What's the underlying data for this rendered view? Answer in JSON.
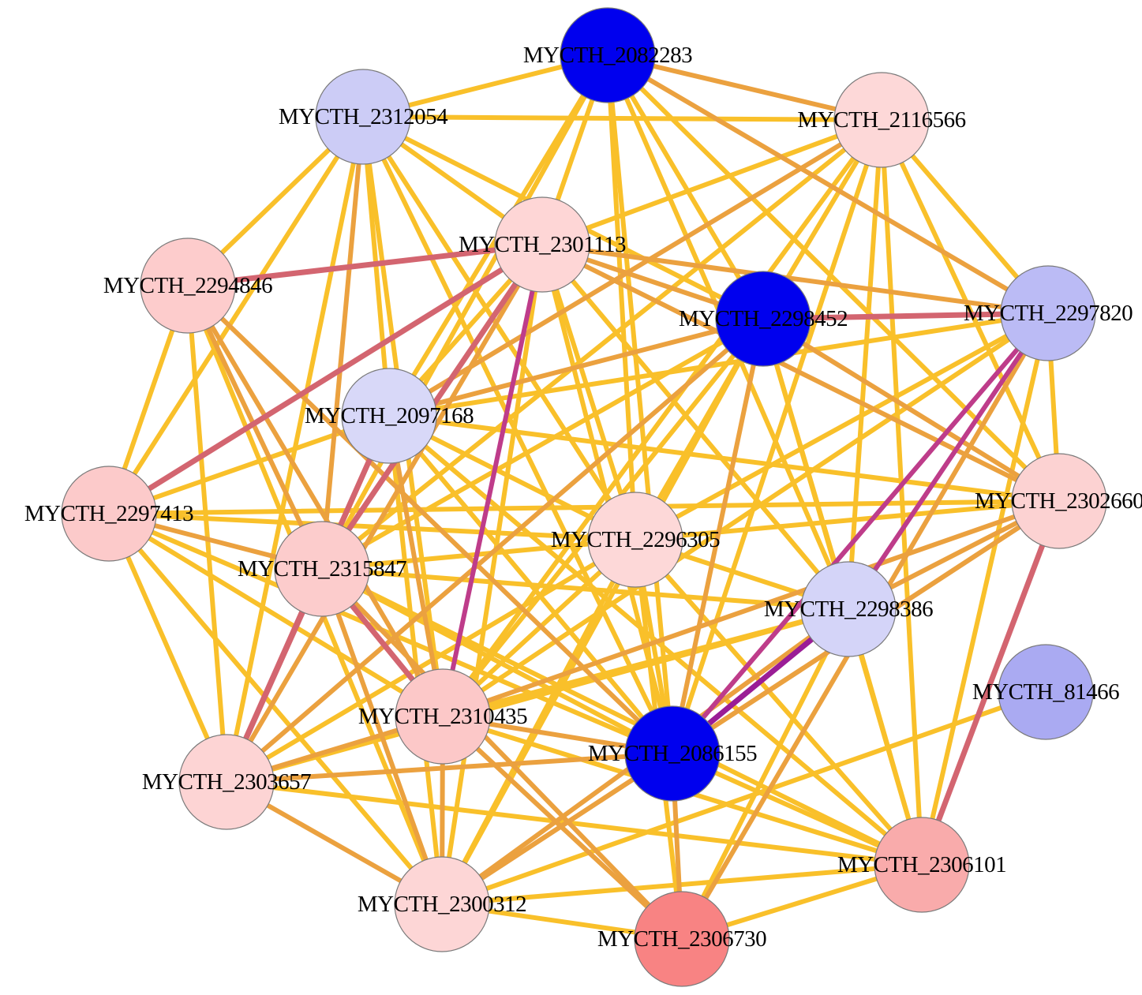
{
  "colors": {
    "edge_weak": "#f9c02a",
    "edge_mid": "#eba13f",
    "edge_strong": "#d36570",
    "edge_strongest": "#be3c8a",
    "edge_max": "#9a1d96"
  },
  "nodes": [
    {
      "id": "MYCTH_2082283",
      "label": "MYCTH_2082283",
      "color": "#0000ee"
    },
    {
      "id": "MYCTH_2312054",
      "label": "MYCTH_2312054",
      "color": "#ccccf6"
    },
    {
      "id": "MYCTH_2116566",
      "label": "MYCTH_2116566",
      "color": "#fdd8d8"
    },
    {
      "id": "MYCTH_2301113",
      "label": "MYCTH_2301113",
      "color": "#fed6d6"
    },
    {
      "id": "MYCTH_2294846",
      "label": "MYCTH_2294846",
      "color": "#fdcccc"
    },
    {
      "id": "MYCTH_2298452",
      "label": "MYCTH_2298452",
      "color": "#0000ee"
    },
    {
      "id": "MYCTH_2297820",
      "label": "MYCTH_2297820",
      "color": "#bbbbf5"
    },
    {
      "id": "MYCTH_2097168",
      "label": "MYCTH_2097168",
      "color": "#d8d8f8"
    },
    {
      "id": "MYCTH_2297413",
      "label": "MYCTH_2297413",
      "color": "#fccaca"
    },
    {
      "id": "MYCTH_2302660",
      "label": "MYCTH_2302660",
      "color": "#fcd2d2"
    },
    {
      "id": "MYCTH_2296305",
      "label": "MYCTH_2296305",
      "color": "#fdd8d8"
    },
    {
      "id": "MYCTH_2315847",
      "label": "MYCTH_2315847",
      "color": "#fccccc"
    },
    {
      "id": "MYCTH_2298386",
      "label": "MYCTH_2298386",
      "color": "#d4d4f8"
    },
    {
      "id": "MYCTH_81466",
      "label": "MYCTH_81466",
      "color": "#aaaaf2"
    },
    {
      "id": "MYCTH_2310435",
      "label": "MYCTH_2310435",
      "color": "#fcc8c8"
    },
    {
      "id": "MYCTH_2086155",
      "label": "MYCTH_2086155",
      "color": "#0000ee"
    },
    {
      "id": "MYCTH_2303657",
      "label": "MYCTH_2303657",
      "color": "#fdd4d4"
    },
    {
      "id": "MYCTH_2306101",
      "label": "MYCTH_2306101",
      "color": "#f9abab"
    },
    {
      "id": "MYCTH_2300312",
      "label": "MYCTH_2300312",
      "color": "#fdd6d6"
    },
    {
      "id": "MYCTH_2306730",
      "label": "MYCTH_2306730",
      "color": "#f88383"
    }
  ],
  "edges": [
    {
      "source": "MYCTH_2082283",
      "target": "MYCTH_2312054",
      "strength": "weak"
    },
    {
      "source": "MYCTH_2082283",
      "target": "MYCTH_2116566",
      "strength": "mid"
    },
    {
      "source": "MYCTH_2082283",
      "target": "MYCTH_2301113",
      "strength": "weak"
    },
    {
      "source": "MYCTH_2082283",
      "target": "MYCTH_2298452",
      "strength": "weak"
    },
    {
      "source": "MYCTH_2082283",
      "target": "MYCTH_2297820",
      "strength": "mid"
    },
    {
      "source": "MYCTH_2082283",
      "target": "MYCTH_2097168",
      "strength": "weak"
    },
    {
      "source": "MYCTH_2082283",
      "target": "MYCTH_2302660",
      "strength": "weak"
    },
    {
      "source": "MYCTH_2082283",
      "target": "MYCTH_2296305",
      "strength": "weak"
    },
    {
      "source": "MYCTH_2082283",
      "target": "MYCTH_2315847",
      "strength": "weak"
    },
    {
      "source": "MYCTH_2082283",
      "target": "MYCTH_2298386",
      "strength": "weak"
    },
    {
      "source": "MYCTH_2082283",
      "target": "MYCTH_2086155",
      "strength": "weak"
    },
    {
      "source": "MYCTH_2312054",
      "target": "MYCTH_2116566",
      "strength": "weak"
    },
    {
      "source": "MYCTH_2312054",
      "target": "MYCTH_2294846",
      "strength": "weak"
    },
    {
      "source": "MYCTH_2312054",
      "target": "MYCTH_2301113",
      "strength": "weak"
    },
    {
      "source": "MYCTH_2312054",
      "target": "MYCTH_2298452",
      "strength": "weak"
    },
    {
      "source": "MYCTH_2312054",
      "target": "MYCTH_2097168",
      "strength": "weak"
    },
    {
      "source": "MYCTH_2312054",
      "target": "MYCTH_2297413",
      "strength": "weak"
    },
    {
      "source": "MYCTH_2312054",
      "target": "MYCTH_2315847",
      "strength": "mid"
    },
    {
      "source": "MYCTH_2312054",
      "target": "MYCTH_2310435",
      "strength": "weak"
    },
    {
      "source": "MYCTH_2312054",
      "target": "MYCTH_2296305",
      "strength": "weak"
    },
    {
      "source": "MYCTH_2312054",
      "target": "MYCTH_2303657",
      "strength": "weak"
    },
    {
      "source": "MYCTH_2312054",
      "target": "MYCTH_2086155",
      "strength": "weak"
    },
    {
      "source": "MYCTH_2116566",
      "target": "MYCTH_2301113",
      "strength": "weak"
    },
    {
      "source": "MYCTH_2116566",
      "target": "MYCTH_2298452",
      "strength": "weak"
    },
    {
      "source": "MYCTH_2116566",
      "target": "MYCTH_2297820",
      "strength": "weak"
    },
    {
      "source": "MYCTH_2116566",
      "target": "MYCTH_2097168",
      "strength": "mid"
    },
    {
      "source": "MYCTH_2116566",
      "target": "MYCTH_2302660",
      "strength": "weak"
    },
    {
      "source": "MYCTH_2116566",
      "target": "MYCTH_2315847",
      "strength": "weak"
    },
    {
      "source": "MYCTH_2116566",
      "target": "MYCTH_2298386",
      "strength": "weak"
    },
    {
      "source": "MYCTH_2116566",
      "target": "MYCTH_2310435",
      "strength": "weak"
    },
    {
      "source": "MYCTH_2116566",
      "target": "MYCTH_2086155",
      "strength": "weak"
    },
    {
      "source": "MYCTH_2116566",
      "target": "MYCTH_2306101",
      "strength": "weak"
    },
    {
      "source": "MYCTH_2301113",
      "target": "MYCTH_2294846",
      "strength": "strong"
    },
    {
      "source": "MYCTH_2301113",
      "target": "MYCTH_2298452",
      "strength": "mid"
    },
    {
      "source": "MYCTH_2301113",
      "target": "MYCTH_2297820",
      "strength": "mid"
    },
    {
      "source": "MYCTH_2301113",
      "target": "MYCTH_2097168",
      "strength": "weak"
    },
    {
      "source": "MYCTH_2301113",
      "target": "MYCTH_2297413",
      "strength": "strong"
    },
    {
      "source": "MYCTH_2301113",
      "target": "MYCTH_2315847",
      "strength": "strong"
    },
    {
      "source": "MYCTH_2301113",
      "target": "MYCTH_2310435",
      "strength": "strongest"
    },
    {
      "source": "MYCTH_2301113",
      "target": "MYCTH_2296305",
      "strength": "weak"
    },
    {
      "source": "MYCTH_2301113",
      "target": "MYCTH_2298386",
      "strength": "weak"
    },
    {
      "source": "MYCTH_2301113",
      "target": "MYCTH_2086155",
      "strength": "weak"
    },
    {
      "source": "MYCTH_2301113",
      "target": "MYCTH_2303657",
      "strength": "mid"
    },
    {
      "source": "MYCTH_2301113",
      "target": "MYCTH_2300312",
      "strength": "weak"
    },
    {
      "source": "MYCTH_2301113",
      "target": "MYCTH_2302660",
      "strength": "mid"
    },
    {
      "source": "MYCTH_2294846",
      "target": "MYCTH_2297413",
      "strength": "weak"
    },
    {
      "source": "MYCTH_2294846",
      "target": "MYCTH_2315847",
      "strength": "mid"
    },
    {
      "source": "MYCTH_2294846",
      "target": "MYCTH_2310435",
      "strength": "mid"
    },
    {
      "source": "MYCTH_2294846",
      "target": "MYCTH_2303657",
      "strength": "weak"
    },
    {
      "source": "MYCTH_2294846",
      "target": "MYCTH_2086155",
      "strength": "mid"
    },
    {
      "source": "MYCTH_2294846",
      "target": "MYCTH_2300312",
      "strength": "weak"
    },
    {
      "source": "MYCTH_2298452",
      "target": "MYCTH_2297820",
      "strength": "strong"
    },
    {
      "source": "MYCTH_2298452",
      "target": "MYCTH_2097168",
      "strength": "mid"
    },
    {
      "source": "MYCTH_2298452",
      "target": "MYCTH_2302660",
      "strength": "mid"
    },
    {
      "source": "MYCTH_2298452",
      "target": "MYCTH_2296305",
      "strength": "weak"
    },
    {
      "source": "MYCTH_2298452",
      "target": "MYCTH_2315847",
      "strength": "weak"
    },
    {
      "source": "MYCTH_2298452",
      "target": "MYCTH_2298386",
      "strength": "weak"
    },
    {
      "source": "MYCTH_2298452",
      "target": "MYCTH_2310435",
      "strength": "weak"
    },
    {
      "source": "MYCTH_2298452",
      "target": "MYCTH_2086155",
      "strength": "mid"
    },
    {
      "source": "MYCTH_2298452",
      "target": "MYCTH_2300312",
      "strength": "weak"
    },
    {
      "source": "MYCTH_2298452",
      "target": "MYCTH_2303657",
      "strength": "mid"
    },
    {
      "source": "MYCTH_2298452",
      "target": "MYCTH_2306101",
      "strength": "weak"
    },
    {
      "source": "MYCTH_2297820",
      "target": "MYCTH_2097168",
      "strength": "weak"
    },
    {
      "source": "MYCTH_2297820",
      "target": "MYCTH_2302660",
      "strength": "weak"
    },
    {
      "source": "MYCTH_2297820",
      "target": "MYCTH_2296305",
      "strength": "weak"
    },
    {
      "source": "MYCTH_2297820",
      "target": "MYCTH_2298386",
      "strength": "strongest"
    },
    {
      "source": "MYCTH_2297820",
      "target": "MYCTH_2086155",
      "strength": "strongest"
    },
    {
      "source": "MYCTH_2297820",
      "target": "MYCTH_2310435",
      "strength": "weak"
    },
    {
      "source": "MYCTH_2297820",
      "target": "MYCTH_2306730",
      "strength": "mid"
    },
    {
      "source": "MYCTH_2297820",
      "target": "MYCTH_2306101",
      "strength": "weak"
    },
    {
      "source": "MYCTH_2097168",
      "target": "MYCTH_2297413",
      "strength": "weak"
    },
    {
      "source": "MYCTH_2097168",
      "target": "MYCTH_2315847",
      "strength": "weak"
    },
    {
      "source": "MYCTH_2097168",
      "target": "MYCTH_2310435",
      "strength": "mid"
    },
    {
      "source": "MYCTH_2097168",
      "target": "MYCTH_2296305",
      "strength": "weak"
    },
    {
      "source": "MYCTH_2097168",
      "target": "MYCTH_2303657",
      "strength": "strong"
    },
    {
      "source": "MYCTH_2097168",
      "target": "MYCTH_2300312",
      "strength": "weak"
    },
    {
      "source": "MYCTH_2097168",
      "target": "MYCTH_2086155",
      "strength": "weak"
    },
    {
      "source": "MYCTH_2097168",
      "target": "MYCTH_2306101",
      "strength": "weak"
    },
    {
      "source": "MYCTH_2097168",
      "target": "MYCTH_2302660",
      "strength": "weak"
    },
    {
      "source": "MYCTH_2297413",
      "target": "MYCTH_2315847",
      "strength": "mid"
    },
    {
      "source": "MYCTH_2297413",
      "target": "MYCTH_2296305",
      "strength": "weak"
    },
    {
      "source": "MYCTH_2297413",
      "target": "MYCTH_2310435",
      "strength": "weak"
    },
    {
      "source": "MYCTH_2297413",
      "target": "MYCTH_2303657",
      "strength": "weak"
    },
    {
      "source": "MYCTH_2297413",
      "target": "MYCTH_2300312",
      "strength": "weak"
    },
    {
      "source": "MYCTH_2297413",
      "target": "MYCTH_2086155",
      "strength": "weak"
    },
    {
      "source": "MYCTH_2297413",
      "target": "MYCTH_2302660",
      "strength": "weak"
    },
    {
      "source": "MYCTH_2302660",
      "target": "MYCTH_2296305",
      "strength": "weak"
    },
    {
      "source": "MYCTH_2302660",
      "target": "MYCTH_2298386",
      "strength": "mid"
    },
    {
      "source": "MYCTH_2302660",
      "target": "MYCTH_2310435",
      "strength": "mid"
    },
    {
      "source": "MYCTH_2302660",
      "target": "MYCTH_2086155",
      "strength": "mid"
    },
    {
      "source": "MYCTH_2302660",
      "target": "MYCTH_2306101",
      "strength": "strong"
    },
    {
      "source": "MYCTH_2302660",
      "target": "MYCTH_2300312",
      "strength": "mid"
    },
    {
      "source": "MYCTH_2296305",
      "target": "MYCTH_2315847",
      "strength": "weak"
    },
    {
      "source": "MYCTH_2296305",
      "target": "MYCTH_2298386",
      "strength": "weak"
    },
    {
      "source": "MYCTH_2296305",
      "target": "MYCTH_2310435",
      "strength": "weak"
    },
    {
      "source": "MYCTH_2296305",
      "target": "MYCTH_2086155",
      "strength": "weak"
    },
    {
      "source": "MYCTH_2296305",
      "target": "MYCTH_2303657",
      "strength": "weak"
    },
    {
      "source": "MYCTH_2296305",
      "target": "MYCTH_2300312",
      "strength": "weak"
    },
    {
      "source": "MYCTH_2296305",
      "target": "MYCTH_2306101",
      "strength": "weak"
    },
    {
      "source": "MYCTH_2296305",
      "target": "MYCTH_2306730",
      "strength": "weak"
    },
    {
      "source": "MYCTH_2315847",
      "target": "MYCTH_2310435",
      "strength": "strong"
    },
    {
      "source": "MYCTH_2315847",
      "target": "MYCTH_2303657",
      "strength": "strong"
    },
    {
      "source": "MYCTH_2315847",
      "target": "MYCTH_2300312",
      "strength": "mid"
    },
    {
      "source": "MYCTH_2315847",
      "target": "MYCTH_2086155",
      "strength": "weak"
    },
    {
      "source": "MYCTH_2315847",
      "target": "MYCTH_2298386",
      "strength": "weak"
    },
    {
      "source": "MYCTH_2315847",
      "target": "MYCTH_2306101",
      "strength": "weak"
    },
    {
      "source": "MYCTH_2315847",
      "target": "MYCTH_2306730",
      "strength": "mid"
    },
    {
      "source": "MYCTH_2298386",
      "target": "MYCTH_2086155",
      "strength": "max"
    },
    {
      "source": "MYCTH_2298386",
      "target": "MYCTH_2310435",
      "strength": "weak"
    },
    {
      "source": "MYCTH_2298386",
      "target": "MYCTH_2300312",
      "strength": "mid"
    },
    {
      "source": "MYCTH_2298386",
      "target": "MYCTH_2306101",
      "strength": "weak"
    },
    {
      "source": "MYCTH_2298386",
      "target": "MYCTH_2306730",
      "strength": "weak"
    },
    {
      "source": "MYCTH_2298386",
      "target": "MYCTH_2303657",
      "strength": "weak"
    },
    {
      "source": "MYCTH_81466",
      "target": "MYCTH_2300312",
      "strength": "weak"
    },
    {
      "source": "MYCTH_2310435",
      "target": "MYCTH_2086155",
      "strength": "mid"
    },
    {
      "source": "MYCTH_2310435",
      "target": "MYCTH_2303657",
      "strength": "mid"
    },
    {
      "source": "MYCTH_2310435",
      "target": "MYCTH_2300312",
      "strength": "mid"
    },
    {
      "source": "MYCTH_2310435",
      "target": "MYCTH_2306101",
      "strength": "weak"
    },
    {
      "source": "MYCTH_2310435",
      "target": "MYCTH_2306730",
      "strength": "mid"
    },
    {
      "source": "MYCTH_2086155",
      "target": "MYCTH_2303657",
      "strength": "mid"
    },
    {
      "source": "MYCTH_2086155",
      "target": "MYCTH_2300312",
      "strength": "mid"
    },
    {
      "source": "MYCTH_2086155",
      "target": "MYCTH_2306101",
      "strength": "weak"
    },
    {
      "source": "MYCTH_2086155",
      "target": "MYCTH_2306730",
      "strength": "mid"
    },
    {
      "source": "MYCTH_2303657",
      "target": "MYCTH_2300312",
      "strength": "mid"
    },
    {
      "source": "MYCTH_2303657",
      "target": "MYCTH_2306101",
      "strength": "weak"
    },
    {
      "source": "MYCTH_2306101",
      "target": "MYCTH_2300312",
      "strength": "weak"
    },
    {
      "source": "MYCTH_2306101",
      "target": "MYCTH_2306730",
      "strength": "weak"
    },
    {
      "source": "MYCTH_2300312",
      "target": "MYCTH_2306730",
      "strength": "weak"
    }
  ]
}
